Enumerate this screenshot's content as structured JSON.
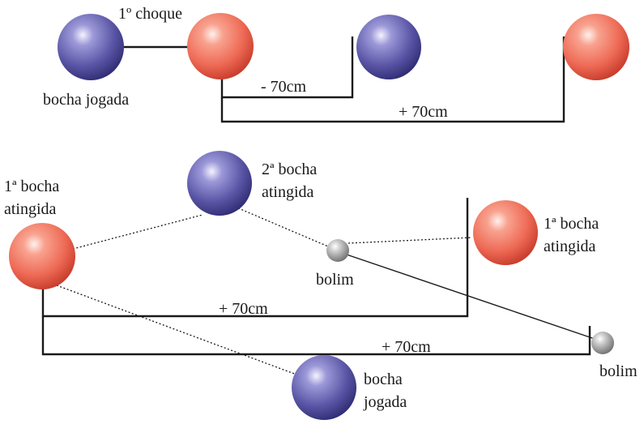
{
  "top_scenario": {
    "collision_label": "1º choque",
    "thrown_ball_label": "bocha jogada",
    "short_distance_label": "- 70cm",
    "long_distance_label": "+ 70cm"
  },
  "bottom_scenario": {
    "left_hit_label": [
      "1ª bocha",
      "atingida"
    ],
    "second_hit_label": [
      "2ª bocha",
      "atingida"
    ],
    "right_hit_label": [
      "1ª bocha",
      "atingida"
    ],
    "bolim_center_label": "bolim",
    "bolim_right_label": "bolim",
    "thrown_ball_label": [
      "bocha",
      "jogada"
    ],
    "upper_distance_label": "+ 70cm",
    "lower_distance_label": "+ 70cm"
  },
  "colors": {
    "blue_ball": "#5a56a6",
    "red_ball": "#ee6a55",
    "bolim": "#a3a3a3",
    "line": "#1a1a1a"
  }
}
